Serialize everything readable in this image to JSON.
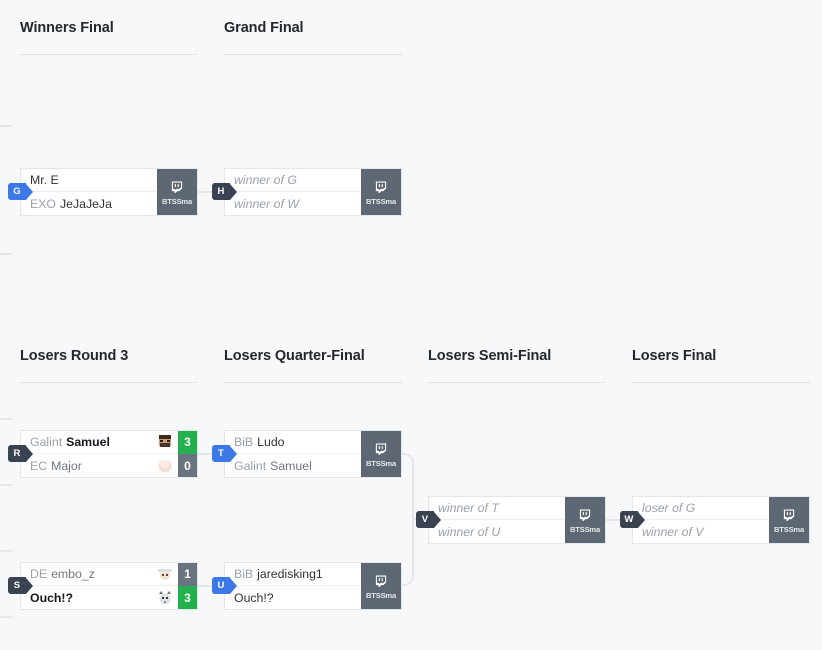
{
  "rounds": [
    {
      "id": "winners-final",
      "label": "Winners Final"
    },
    {
      "id": "grand-final",
      "label": "Grand Final"
    },
    {
      "id": "losers-round-3",
      "label": "Losers Round 3"
    },
    {
      "id": "losers-quarter-final",
      "label": "Losers Quarter-Final"
    },
    {
      "id": "losers-semi-final",
      "label": "Losers Semi-Final"
    },
    {
      "id": "losers-final",
      "label": "Losers Final"
    }
  ],
  "stream": {
    "label": "BTSSma",
    "icon": "twitch-icon"
  },
  "matches": {
    "G": {
      "tag": "G",
      "tag_color": "#3d78e8",
      "top": {
        "prefix": "",
        "name": "Mr. E",
        "state": "normal"
      },
      "bottom": {
        "prefix": "EXO",
        "name": "JeJaJeJa",
        "state": "normal"
      }
    },
    "H": {
      "tag": "H",
      "tag_color": "#3b4252",
      "top": {
        "prefix": "",
        "name": "winner of G",
        "state": "placeholder"
      },
      "bottom": {
        "prefix": "",
        "name": "winner of W",
        "state": "placeholder"
      }
    },
    "R": {
      "tag": "R",
      "tag_color": "#3b4252",
      "top": {
        "prefix": "Galint",
        "name": "Samuel",
        "state": "winner",
        "score": "3",
        "score_state": "win"
      },
      "bottom": {
        "prefix": "EC",
        "name": "Major",
        "state": "loser",
        "score": "0",
        "score_state": "lose"
      }
    },
    "S": {
      "tag": "S",
      "tag_color": "#3b4252",
      "top": {
        "prefix": "DE",
        "name": "embo_z",
        "state": "loser",
        "score": "1",
        "score_state": "lose"
      },
      "bottom": {
        "prefix": "",
        "name": "Ouch!?",
        "state": "winner",
        "score": "3",
        "score_state": "win"
      }
    },
    "T": {
      "tag": "T",
      "tag_color": "#3d78e8",
      "top": {
        "prefix": "BiB",
        "name": "Ludo",
        "state": "normal"
      },
      "bottom": {
        "prefix": "Galint",
        "name": "Samuel",
        "state": "loser"
      }
    },
    "U": {
      "tag": "U",
      "tag_color": "#3d78e8",
      "top": {
        "prefix": "BiB",
        "name": "jaredisking1",
        "state": "normal"
      },
      "bottom": {
        "prefix": "",
        "name": "Ouch!?",
        "state": "normal"
      }
    },
    "V": {
      "tag": "V",
      "tag_color": "#3b4252",
      "top": {
        "prefix": "",
        "name": "winner of T",
        "state": "placeholder"
      },
      "bottom": {
        "prefix": "",
        "name": "winner of U",
        "state": "placeholder"
      }
    },
    "W": {
      "tag": "W",
      "tag_color": "#3b4252",
      "top": {
        "prefix": "",
        "name": "loser of G",
        "state": "placeholder"
      },
      "bottom": {
        "prefix": "",
        "name": "winner of V",
        "state": "placeholder"
      }
    }
  },
  "colors": {
    "background": "#f7f8fa",
    "card": "#ffffff",
    "border": "#e3e6ea",
    "score_win": "#22b14c",
    "score_lose": "#6b7280",
    "tag_blue": "#3d78e8",
    "tag_dark": "#3b4252",
    "stream_bg": "#5d6874",
    "connector": "#e4e7ea"
  }
}
